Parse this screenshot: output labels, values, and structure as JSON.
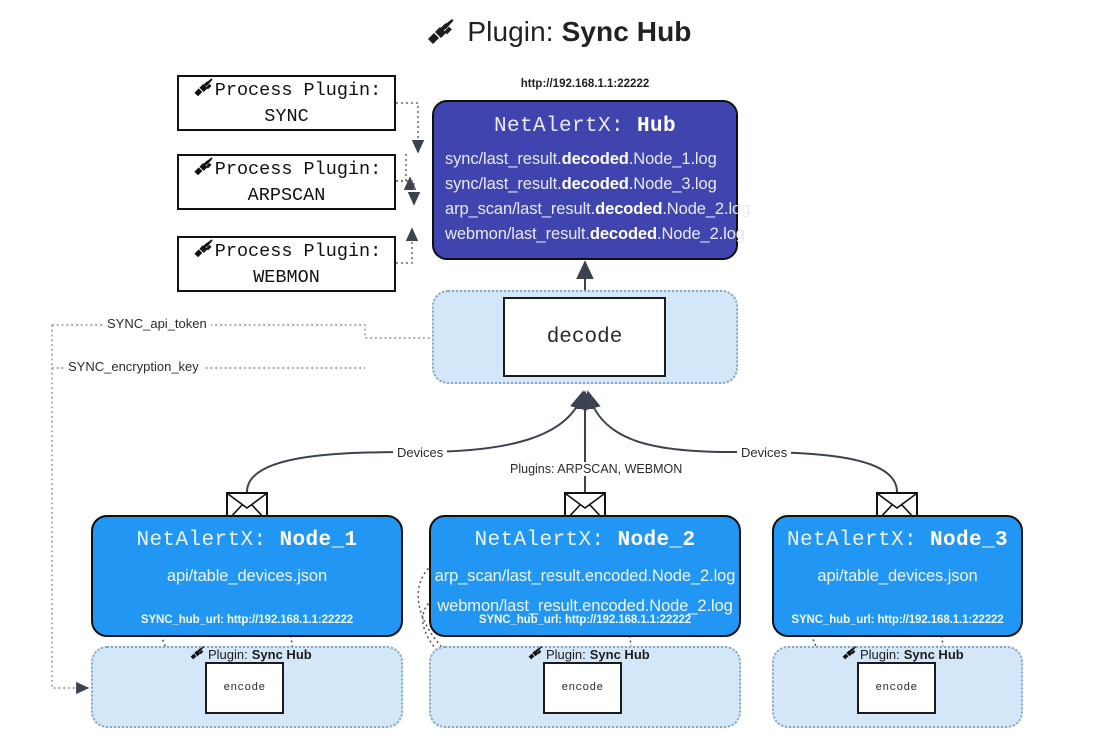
{
  "title": {
    "icon": "plug-icon",
    "prefix": "Plugin:",
    "name": "Sync Hub"
  },
  "process_plugins": [
    {
      "line1": "Process Plugin:",
      "line2": "SYNC",
      "icon": "plug-icon"
    },
    {
      "line1": "Process Plugin:",
      "line2": "ARPSCAN",
      "icon": "plug-icon"
    },
    {
      "line1": "Process Plugin:",
      "line2": "WEBMON",
      "icon": "plug-icon"
    }
  ],
  "hub": {
    "url": "http://192.168.1.1:22222",
    "app": "NetAlertX:",
    "name": "Hub",
    "rows": [
      {
        "pre": "sync/last_result.",
        "mid": "decoded",
        "post": ".Node_1.log"
      },
      {
        "pre": "sync/last_result.",
        "mid": "decoded",
        "post": ".Node_3.log"
      },
      {
        "pre": "arp_scan/last_result.",
        "mid": "decoded",
        "post": ".Node_2.log"
      },
      {
        "pre": "webmon/last_result.",
        "mid": "decoded",
        "post": ".Node_2.log"
      }
    ]
  },
  "decode": {
    "label": "decode"
  },
  "secrets": {
    "api_token": "SYNC_api_token",
    "encryption_key": "SYNC_encryption_key"
  },
  "edge_labels": {
    "devices_left": "Devices",
    "devices_right": "Devices",
    "plugins_mid": "Plugins: ARPSCAN, WEBMON"
  },
  "nodes": [
    {
      "app": "NetAlertX:",
      "name": "Node_1",
      "lines": [
        "api/table_devices.json"
      ],
      "foot": "SYNC_hub_url: http://192.168.1.1:22222",
      "envelope": "envelope-icon"
    },
    {
      "app": "NetAlertX:",
      "name": "Node_2",
      "lines": [
        "arp_scan/last_result.encoded.Node_2.log",
        "webmon/last_result.encoded.Node_2.log"
      ],
      "foot": "SYNC_hub_url: http://192.168.1.1:22222",
      "envelope": "envelope-icon"
    },
    {
      "app": "NetAlertX:",
      "name": "Node_3",
      "lines": [
        "api/table_devices.json"
      ],
      "foot": "SYNC_hub_url: http://192.168.1.1:22222",
      "envelope": "envelope-icon"
    }
  ],
  "encoders": [
    {
      "plugin_prefix": "Plugin:",
      "plugin_name": "Sync Hub",
      "label": "encode",
      "icon": "plug-icon"
    },
    {
      "plugin_prefix": "Plugin:",
      "plugin_name": "Sync Hub",
      "label": "encode",
      "icon": "plug-icon"
    },
    {
      "plugin_prefix": "Plugin:",
      "plugin_name": "Sync Hub",
      "label": "encode",
      "icon": "plug-icon"
    }
  ],
  "colors": {
    "hub_fill": "#3f44ae",
    "node_fill": "#2196f3",
    "band_fill": "#d3e7f8",
    "band_border": "#8aa7bd",
    "stroke": "#3b4350"
  }
}
